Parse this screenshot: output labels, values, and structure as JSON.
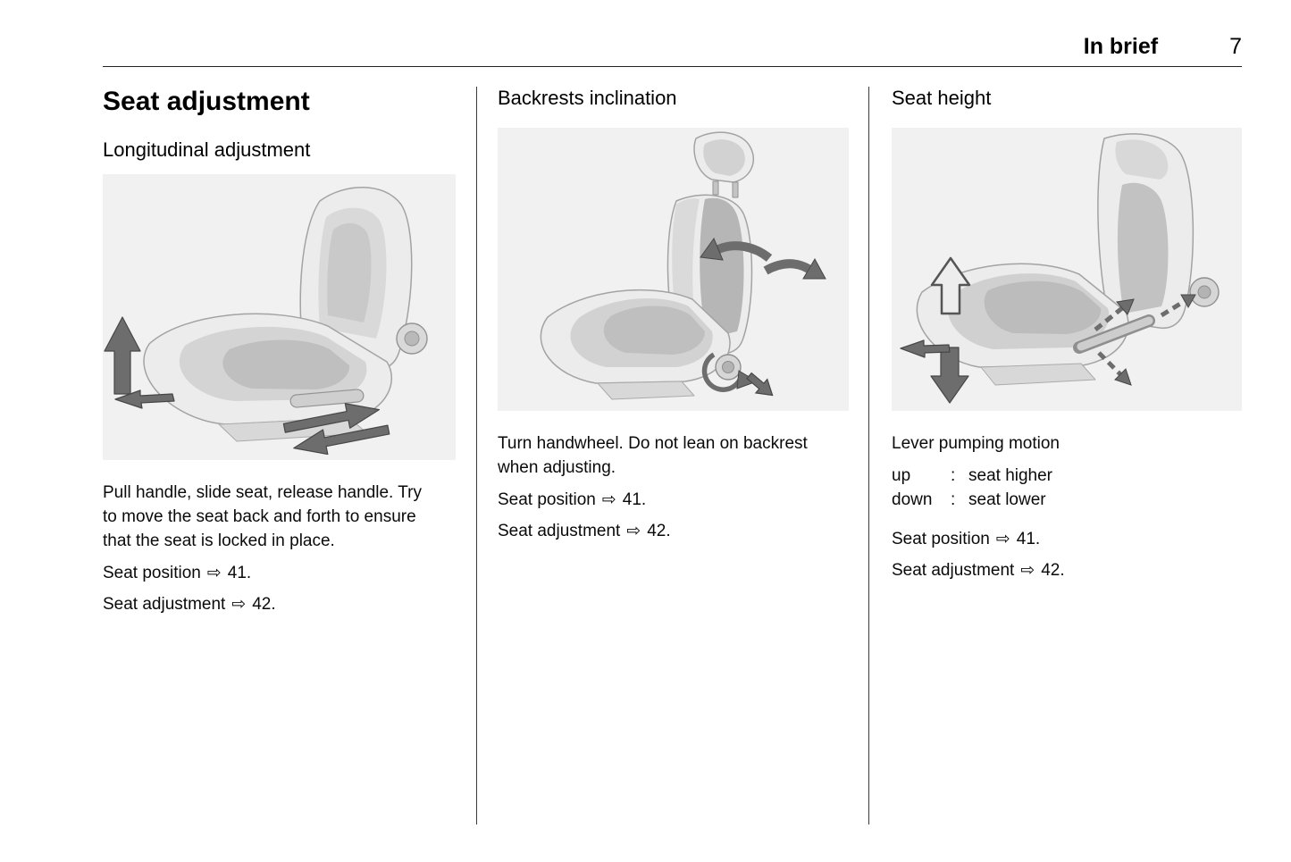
{
  "header": {
    "chapter": "In brief",
    "page_number": "7"
  },
  "symbols": {
    "cross_ref_arrow": "⇨"
  },
  "columns": [
    {
      "title": "Seat adjustment",
      "subtitle": "Longitudinal adjustment",
      "illustration": "seat-longitudinal-adjustment-diagram",
      "paragraphs": [
        "Pull handle, slide seat, release handle. Try to move the seat back and forth to ensure that the seat is locked in place."
      ],
      "references": [
        {
          "label": "Seat position",
          "page": "41."
        },
        {
          "label": "Seat adjustment",
          "page": "42."
        }
      ]
    },
    {
      "title": "Backrests inclination",
      "illustration": "backrest-inclination-diagram",
      "paragraphs": [
        "Turn handwheel. Do not lean on backrest when adjusting."
      ],
      "references": [
        {
          "label": "Seat position",
          "page": "41."
        },
        {
          "label": "Seat adjustment",
          "page": "42."
        }
      ]
    },
    {
      "title": "Seat height",
      "illustration": "seat-height-adjustment-diagram",
      "paragraphs": [
        "Lever pumping motion"
      ],
      "definition_rows": [
        {
          "term": "up",
          "separator": ":",
          "description": "seat higher"
        },
        {
          "term": "down",
          "separator": ":",
          "description": "seat lower"
        }
      ],
      "references": [
        {
          "label": "Seat position",
          "page": "41."
        },
        {
          "label": "Seat adjustment",
          "page": "42."
        }
      ]
    }
  ]
}
